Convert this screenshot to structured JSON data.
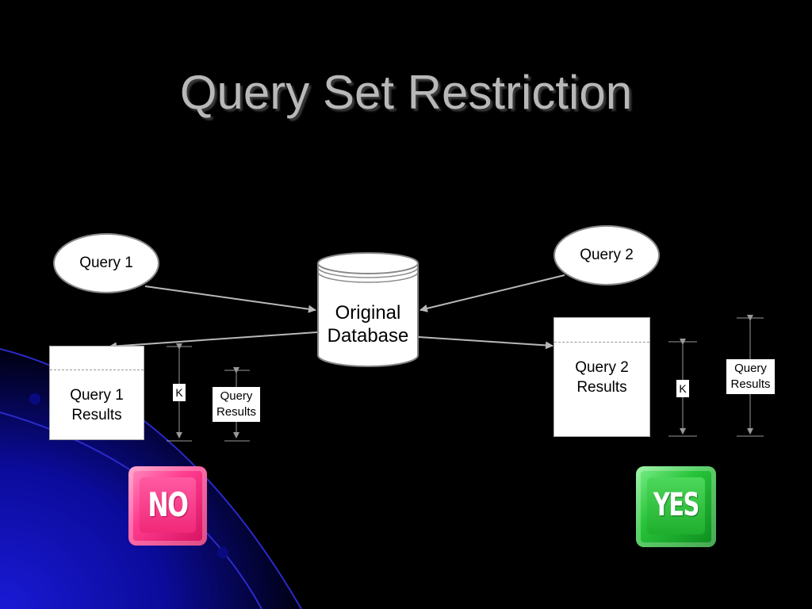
{
  "title": "Query Set Restriction",
  "query1": {
    "label": "Query 1",
    "results": [
      "Query 1",
      "Results"
    ]
  },
  "query2": {
    "label": "Query 2",
    "results": [
      "Query 2",
      "Results"
    ]
  },
  "database": {
    "lines": [
      "Original",
      "Database"
    ]
  },
  "k_label": "K",
  "query_results_label": [
    "Query",
    "Results"
  ],
  "buttons": {
    "no": "NO",
    "yes": "YES"
  },
  "colors": {
    "background": "#000000",
    "no": "#ee2a7b",
    "yes": "#22bb33",
    "accent": "#0a0aa8"
  }
}
